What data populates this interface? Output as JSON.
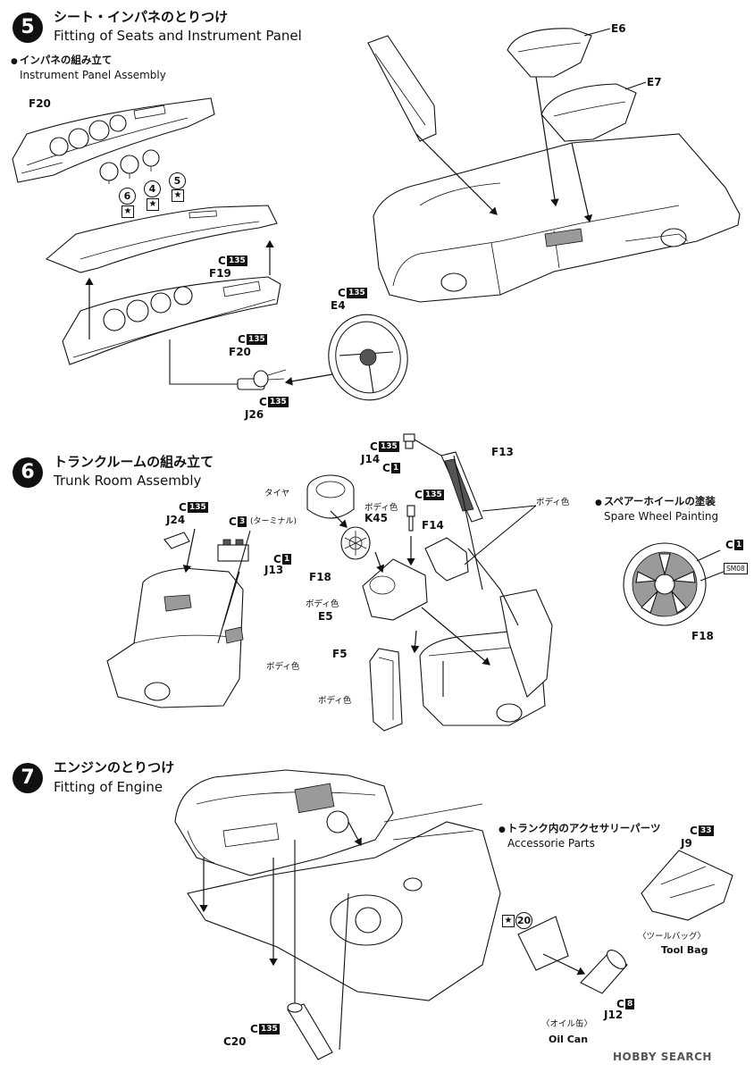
{
  "steps": [
    {
      "number": "5",
      "title_jp": "シート・インパネのとりつけ",
      "title_en": "Fitting of Seats and Instrument Panel",
      "sub_jp": "インパネの組み立て",
      "sub_en": "Instrument Panel Assembly"
    },
    {
      "number": "6",
      "title_jp": "トランクルームの組み立て",
      "title_en": "Trunk Room Assembly",
      "sub_jp": "スペアーホイールの塗装",
      "sub_en": "Spare Wheel Painting"
    },
    {
      "number": "7",
      "title_jp": "エンジンのとりつけ",
      "title_en": "Fitting of Engine",
      "sub_jp": "トランク内のアクセサリーパーツ",
      "sub_en": "Accessorie Parts"
    }
  ],
  "parts": {
    "f20_top": "F20",
    "decal_6": "6",
    "decal_4": "4",
    "decal_5": "5",
    "c135_f19": "C",
    "f19": "F19",
    "c135_f20": "C",
    "f20_bottom": "F20",
    "c135_e4": "C",
    "e4": "E4",
    "c135_j26": "C",
    "j26": "J26",
    "e6": "E6",
    "e7": "E7",
    "c135_j14": "C",
    "j14": "J14",
    "c1_j14": "C",
    "f13": "F13",
    "tire_jp": "タイヤ",
    "c135_f13": "C",
    "body_color_f13": "ボディ色",
    "body_color_k45": "ボディ色",
    "k45": "K45",
    "f14": "F14",
    "c135_j24": "C",
    "j24": "J24",
    "c3": "C",
    "terminal_jp": "(ターミナル)",
    "c1_j13": "C",
    "j13": "J13",
    "f18": "F18",
    "body_color_e5": "ボディ色",
    "e5": "E5",
    "body_color_trunk": "ボディ色",
    "f5": "F5",
    "body_color_f5": "ボディ色",
    "c1_wheel": "C",
    "sm08": "SM08",
    "f18_wheel": "F18",
    "c33": "C",
    "j9": "J9",
    "tool_bag_jp": "〈ツールバッグ〉",
    "tool_bag_en": "Tool Bag",
    "decal_20": "20",
    "c8": "C",
    "j12": "J12",
    "oil_can_jp": "〈オイル缶〉",
    "oil_can_en": "Oil Can",
    "c135_c20": "C",
    "c20": "C20"
  },
  "paint_codes": {
    "n135": "135",
    "n1": "1",
    "n3": "3",
    "n33": "33",
    "n8": "8"
  },
  "symbols": {
    "star": "★"
  },
  "footer": {
    "brand": "HOBBY SEARCH"
  },
  "colors": {
    "ink": "#111111",
    "paper": "#ffffff",
    "shade": "#9a9a9a"
  }
}
